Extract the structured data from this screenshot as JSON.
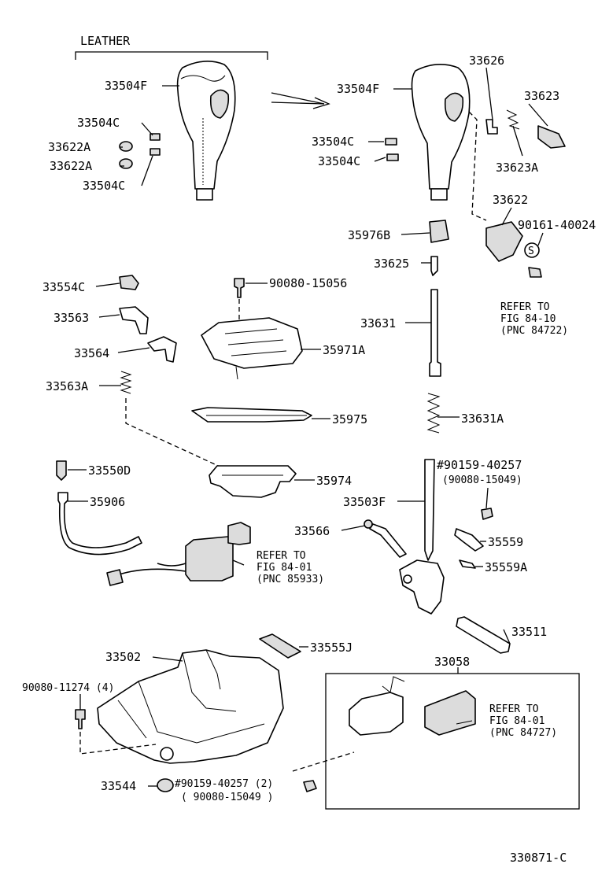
{
  "header": {
    "leather": "LEATHER"
  },
  "parts": {
    "p33504F_a": "33504F",
    "p33504C_a": "33504C",
    "p33622A_a": "33622A",
    "p33622A_b": "33622A",
    "p33504C_b": "33504C",
    "p33504F_b": "33504F",
    "p33504C_c": "33504C",
    "p33504C_d": "33504C",
    "p33626": "33626",
    "p33623": "33623",
    "p33623A": "33623A",
    "p33622": "33622",
    "p90161": "90161-40024",
    "p35976B": "35976B",
    "p33625": "33625",
    "p33631": "33631",
    "p33631A": "33631A",
    "p33554C": "33554C",
    "p90080_15056": "90080-15056",
    "p33563": "33563",
    "p33564": "33564",
    "p35971A": "35971A",
    "p33563A": "33563A",
    "p35975": "35975",
    "p33550D": "33550D",
    "p35974": "35974",
    "p35906": "35906",
    "p90159_top": "#90159-40257",
    "p90080_15049_top": "(90080-15049)",
    "p33503F": "33503F",
    "p33566": "33566",
    "p35559": "35559",
    "p35559A": "35559A",
    "p33511": "33511",
    "p33555J": "33555J",
    "p33502": "33502",
    "p33058": "33058",
    "p90080_11274": "90080-11274 (4)",
    "p33544": "33544",
    "p90159_bot": "#90159-40257 (2)",
    "p90080_15049_bot": "( 90080-15049 )"
  },
  "refs": {
    "r84_10_a": "REFER TO",
    "r84_10_b": "FIG 84-10",
    "r84_10_c": "(PNC 84722)",
    "r85933_a": "REFER TO",
    "r85933_b": "FIG 84-01",
    "r85933_c": "(PNC 85933)",
    "r84727_a": "REFER TO",
    "r84727_b": "FIG 84-01",
    "r84727_c": "(PNC 84727)"
  },
  "footer": {
    "figure_code": "330871-C"
  }
}
